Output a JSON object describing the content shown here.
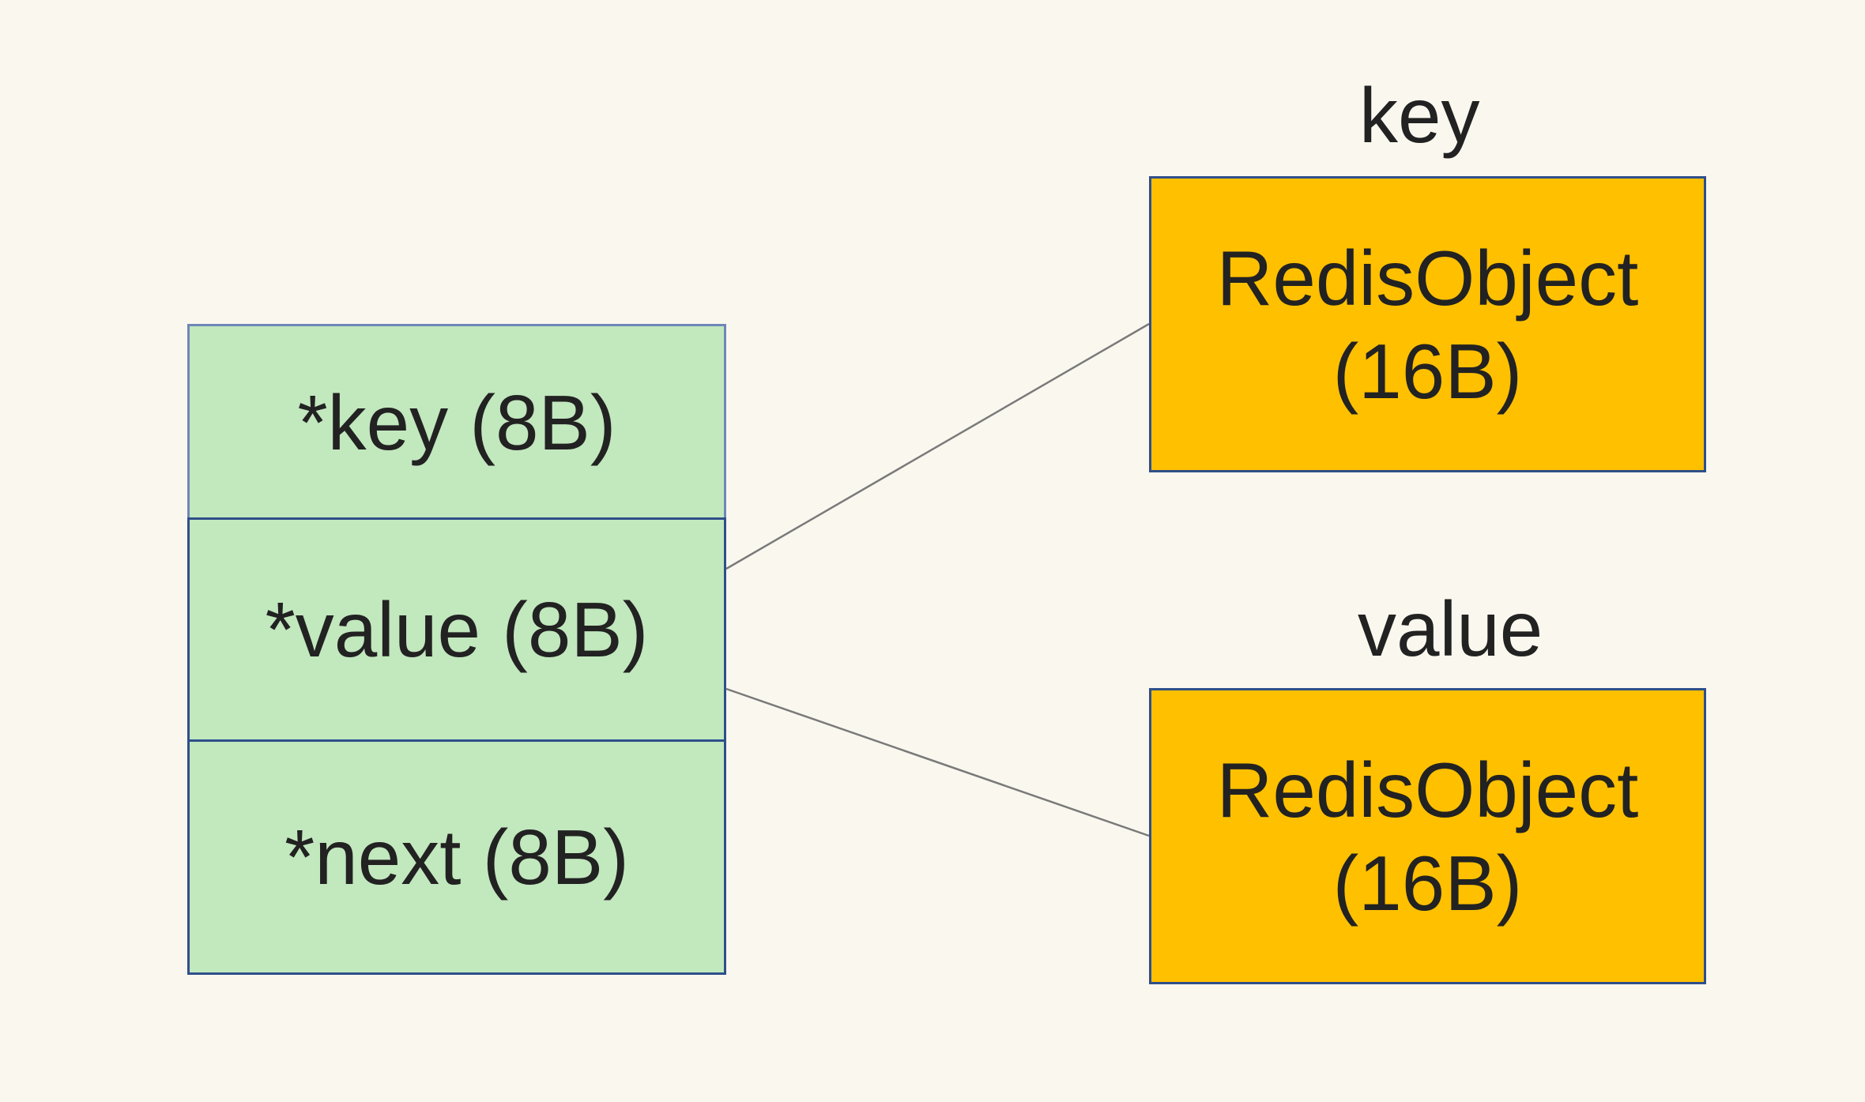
{
  "dict_entry": {
    "fields": [
      {
        "id": "key",
        "label": "*key (8B)"
      },
      {
        "id": "value",
        "label": "*value (8B)"
      },
      {
        "id": "next",
        "label": "*next (8B)"
      }
    ]
  },
  "objects": {
    "key": {
      "caption": "key",
      "line1": "RedisObject",
      "line2": "(16B)"
    },
    "value": {
      "caption": "value",
      "line1": "RedisObject",
      "line2": "(16B)"
    }
  },
  "colors": {
    "background": "#FAF8EE",
    "entry_fill": "#C2E8BE",
    "object_fill": "#FFC000",
    "border": "#2F4F8A",
    "connector": "#7A7A7A"
  }
}
